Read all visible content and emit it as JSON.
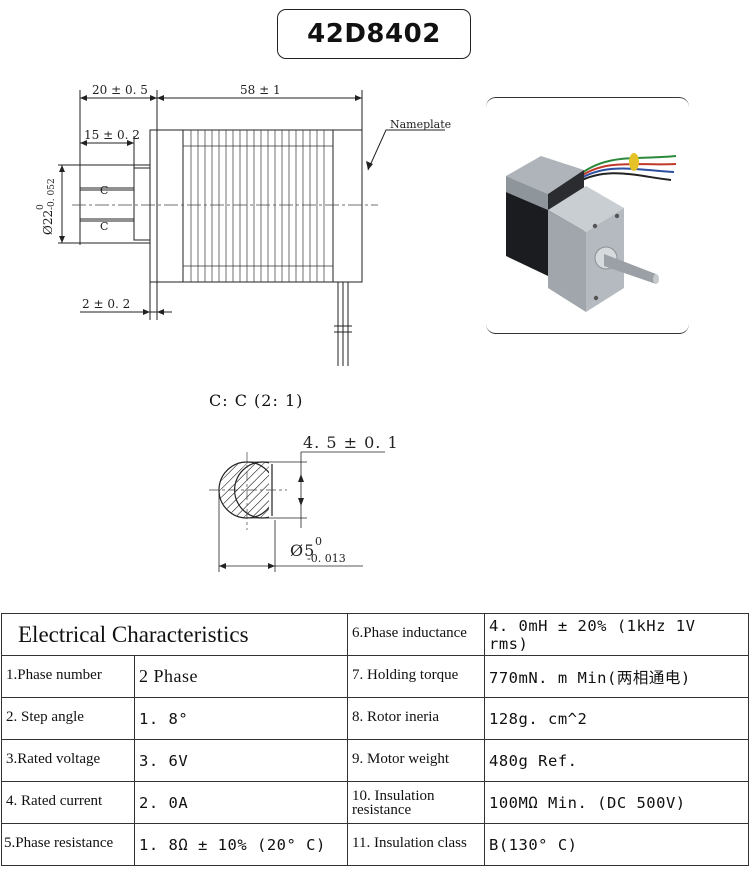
{
  "title": "42D8402",
  "drawing": {
    "dim_front_length": "20 ± 0. 5",
    "dim_body_length": "58 ± 1",
    "dim_shaft_length": "15 ± 0. 2",
    "dim_flange": "2 ± 0. 2",
    "dim_boss_diameter": "Ø22",
    "dim_boss_tol_upper": "0",
    "dim_boss_tol_lower": "-0. 052",
    "nameplate_label": "Nameplate",
    "section_marker_c": "C"
  },
  "section": {
    "title": "C: C (2: 1)",
    "flat_dim": "4. 5 ± 0. 1",
    "diameter": "Ø5",
    "tol_upper": "0",
    "tol_lower": "-0. 013"
  },
  "specs": {
    "heading": "Electrical Characteristics",
    "rows": [
      {
        "left_label": "1.Phase number",
        "left_value": "2 Phase",
        "right_label": "7. Holding torque",
        "right_value": "770mN. m Min(两相通电)"
      },
      {
        "left_label": "2. Step angle",
        "left_value": "1. 8°",
        "right_label": "8. Rotor ineria",
        "right_value": "128g. cm^2"
      },
      {
        "left_label": "3.Rated voltage",
        "left_value": "3. 6V",
        "right_label": "9. Motor weight",
        "right_value": "480g Ref."
      },
      {
        "left_label": "4. Rated current",
        "left_value": "2. 0A",
        "right_label": "10. Insulation resistance",
        "right_value": "100MΩ Min. (DC 500V)"
      },
      {
        "left_label": "5.Phase resistance",
        "left_value": "1. 8Ω ± 10% (20° C)",
        "right_label": "11. Insulation class",
        "right_value": "B(130° C)"
      }
    ],
    "top_right_label": "6.Phase inductance",
    "top_right_value": "4. 0mH ± 20% (1kHz 1V rms)"
  }
}
